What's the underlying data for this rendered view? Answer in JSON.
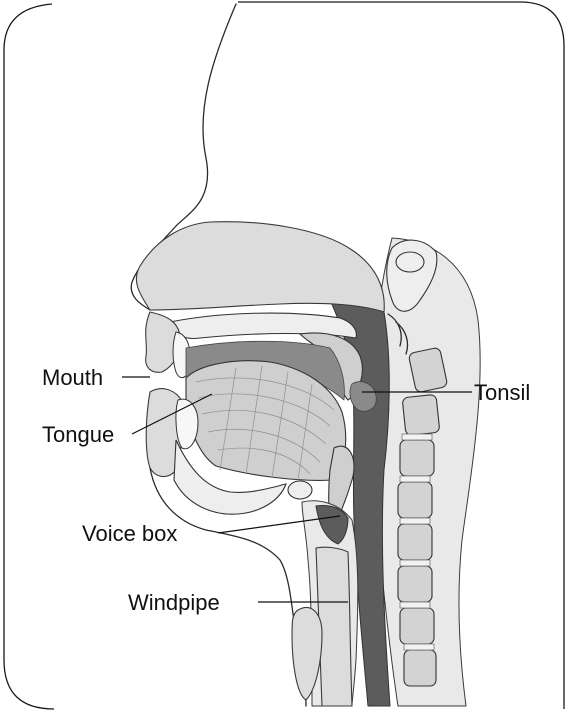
{
  "labels": {
    "mouth": "Mouth",
    "tongue": "Tongue",
    "tonsil": "Tonsil",
    "voice_box": "Voice box",
    "windpipe": "Windpipe"
  }
}
